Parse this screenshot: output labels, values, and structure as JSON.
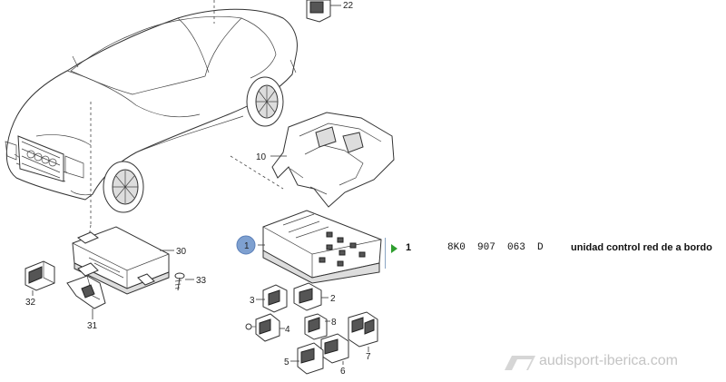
{
  "callouts": {
    "c1": "1",
    "c2": "2",
    "c3": "3",
    "c4": "4",
    "c5": "5",
    "c6": "6",
    "c7": "7",
    "c8": "8",
    "c10": "10",
    "c22": "22",
    "c30": "30",
    "c31": "31",
    "c32": "32",
    "c33": "33"
  },
  "selected_callout": "1",
  "part_row": {
    "position": "1",
    "part_number": "8K0  907  063  D",
    "description": "unidad control red de a bordo"
  },
  "watermark": {
    "text": "audisport-iberica.com"
  },
  "colors": {
    "selected_callout": "#7ea0d0",
    "row_marker": "#2e9e2e",
    "row_border": "#8aa6c4",
    "watermark": "#c4c4c4"
  }
}
